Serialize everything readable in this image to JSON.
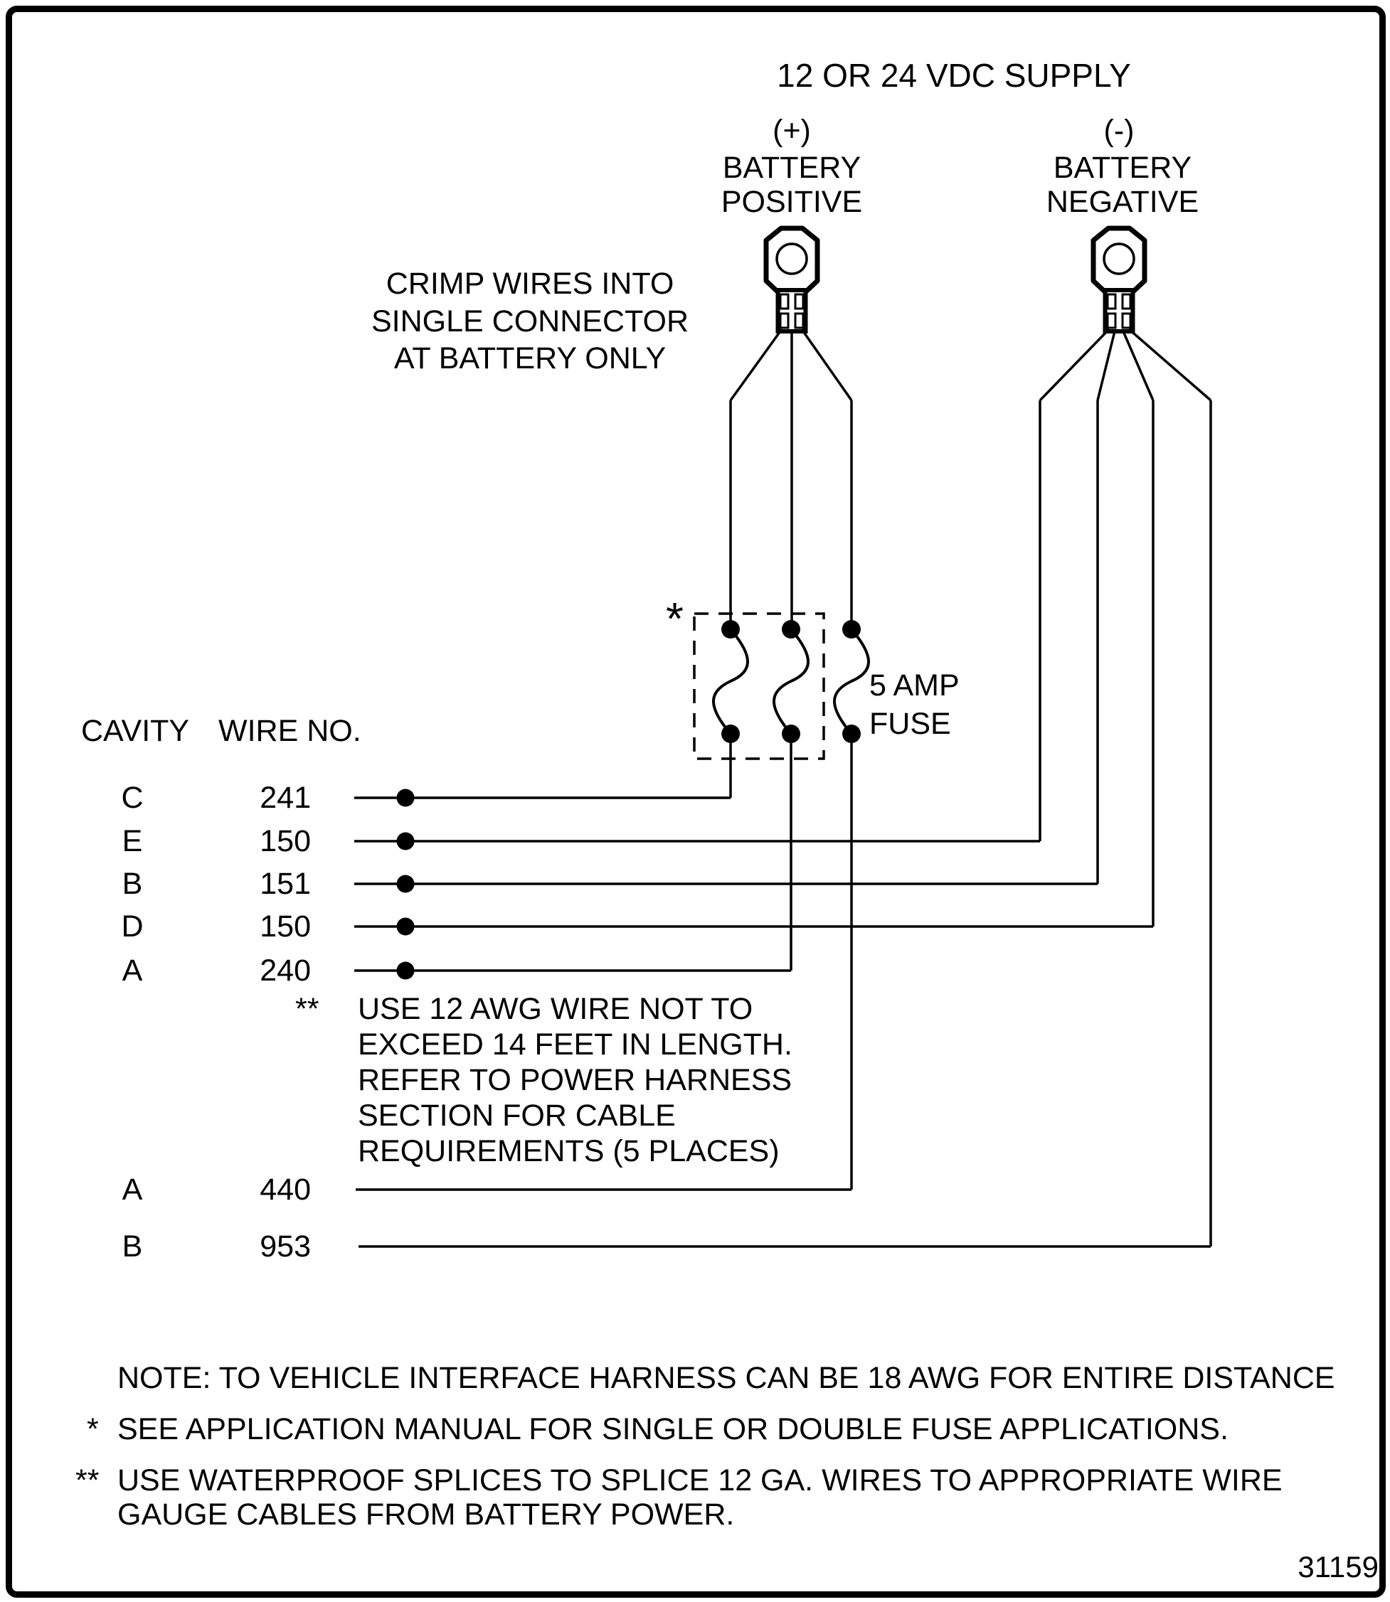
{
  "title": "12 OR 24 VDC SUPPLY",
  "colors": {
    "ink": "#000000",
    "paper": "#ffffff"
  },
  "battery": {
    "positive": {
      "sign": "(+)",
      "line1": "BATTERY",
      "line2": "POSITIVE"
    },
    "negative": {
      "sign": "(-)",
      "line1": "BATTERY",
      "line2": "NEGATIVE"
    }
  },
  "crimp_note": {
    "line1": "CRIMP WIRES INTO",
    "line2": "SINGLE CONNECTOR",
    "line3": "AT BATTERY ONLY"
  },
  "fuse": {
    "asterisk": "*",
    "label_line1": "5 AMP",
    "label_line2": "FUSE"
  },
  "table": {
    "headers": {
      "cavity": "CAVITY",
      "wire_no": "WIRE NO."
    },
    "rows": [
      {
        "cavity": "C",
        "wire_no": "241"
      },
      {
        "cavity": "E",
        "wire_no": "150"
      },
      {
        "cavity": "B",
        "wire_no": "151"
      },
      {
        "cavity": "D",
        "wire_no": "150"
      },
      {
        "cavity": "A",
        "wire_no": "240"
      },
      {
        "cavity": "A",
        "wire_no": "440"
      },
      {
        "cavity": "B",
        "wire_no": "953"
      }
    ]
  },
  "awg_note": {
    "marker": "**",
    "line1": "USE 12 AWG WIRE NOT TO",
    "line2": "EXCEED 14 FEET IN LENGTH.",
    "line3": "REFER TO POWER HARNESS",
    "line4": "SECTION FOR CABLE",
    "line5": "REQUIREMENTS (5 PLACES)"
  },
  "footnotes": {
    "note": "NOTE: TO VEHICLE INTERFACE HARNESS CAN BE 18 AWG FOR ENTIRE DISTANCE",
    "single_star_marker": "*",
    "single_star_text": "SEE APPLICATION MANUAL FOR SINGLE OR DOUBLE FUSE APPLICATIONS.",
    "double_star_marker": "**",
    "double_star_line1": "USE WATERPROOF SPLICES TO SPLICE 12 GA. WIRES TO APPROPRIATE WIRE",
    "double_star_line2": "GAUGE CABLES FROM BATTERY POWER."
  },
  "figure_number": "31159"
}
